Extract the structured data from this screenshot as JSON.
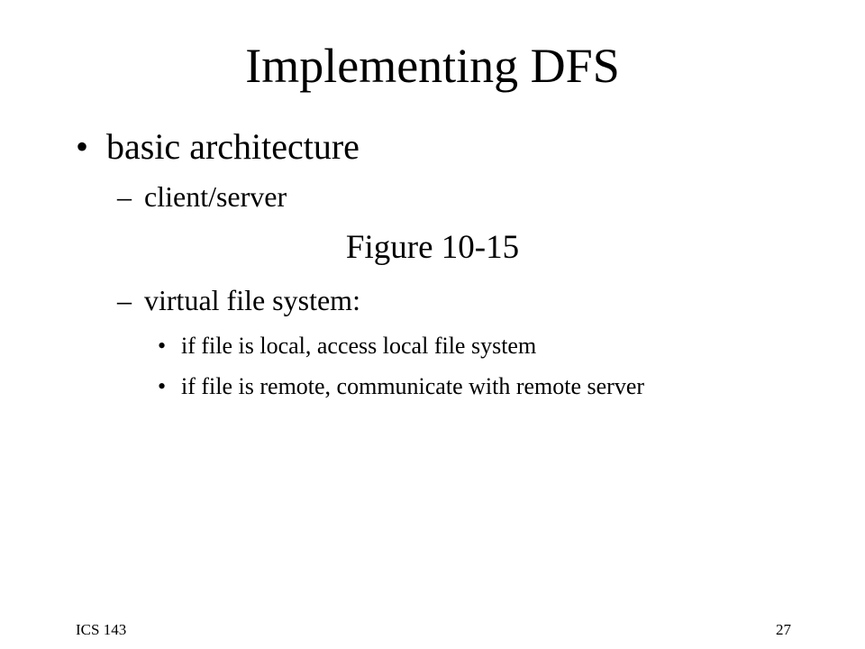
{
  "slide": {
    "title": "Implementing DFS",
    "bullets": [
      {
        "text": "basic architecture",
        "sub": [
          {
            "text": "client/server"
          },
          {
            "text": "virtual file system:"
          }
        ]
      }
    ],
    "figure_ref": "Figure 10-15",
    "sub_bullets": [
      "if file is local, access local file system",
      "if file is remote, communicate with remote server"
    ],
    "bullet_mark": "•",
    "dash_mark": "–"
  },
  "footer": {
    "course": "ICS 143",
    "page_number": "27"
  }
}
